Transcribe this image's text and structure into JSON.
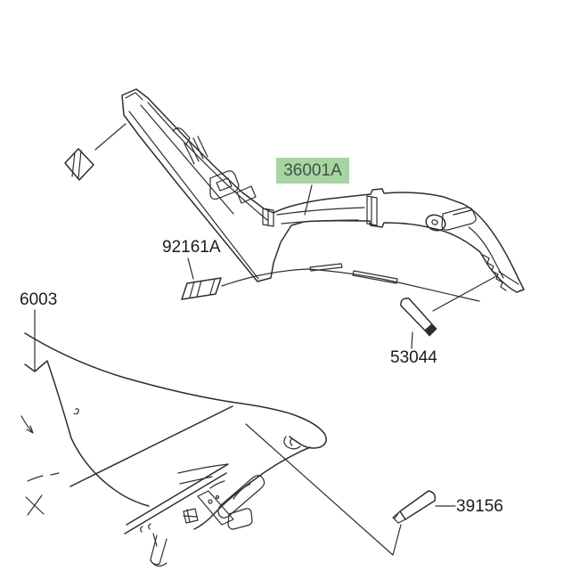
{
  "page": {
    "type": "motorcycle-parts-diagram",
    "background": "#ffffff"
  },
  "colors": {
    "line": "#2e2e2e",
    "label_text": "#1c1c1c",
    "highlight_bg": "#a7d5a1",
    "highlight_text": "#44504a",
    "page_bg": "#ffffff"
  },
  "labels": {
    "part_36001A": {
      "text": "36001A",
      "highlighted": true
    },
    "part_92161A": {
      "text": "92161A",
      "highlighted": false
    },
    "part_6003": {
      "text": "6003",
      "highlighted": false
    },
    "part_53044": {
      "text": "53044",
      "highlighted": false
    },
    "part_39156": {
      "text": "39156",
      "highlighted": false
    }
  }
}
